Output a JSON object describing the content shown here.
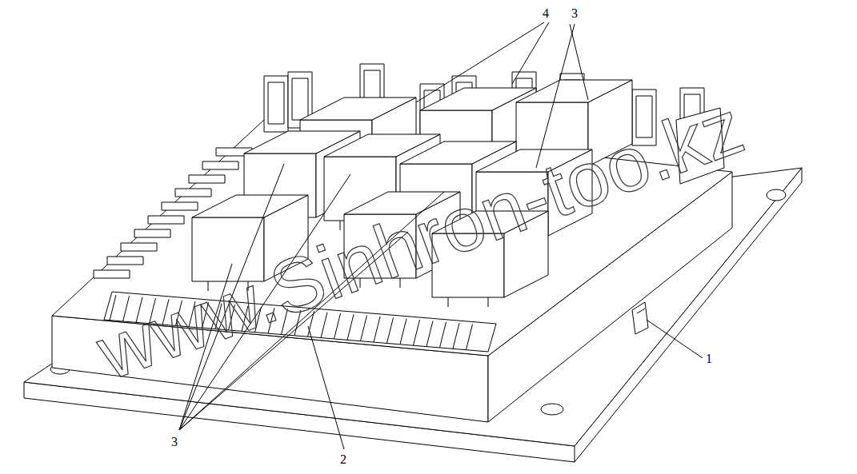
{
  "diagram": {
    "labels": [
      "4",
      "3",
      "1",
      "2",
      "3",
      "www.Sinhron-too.kz"
    ]
  }
}
